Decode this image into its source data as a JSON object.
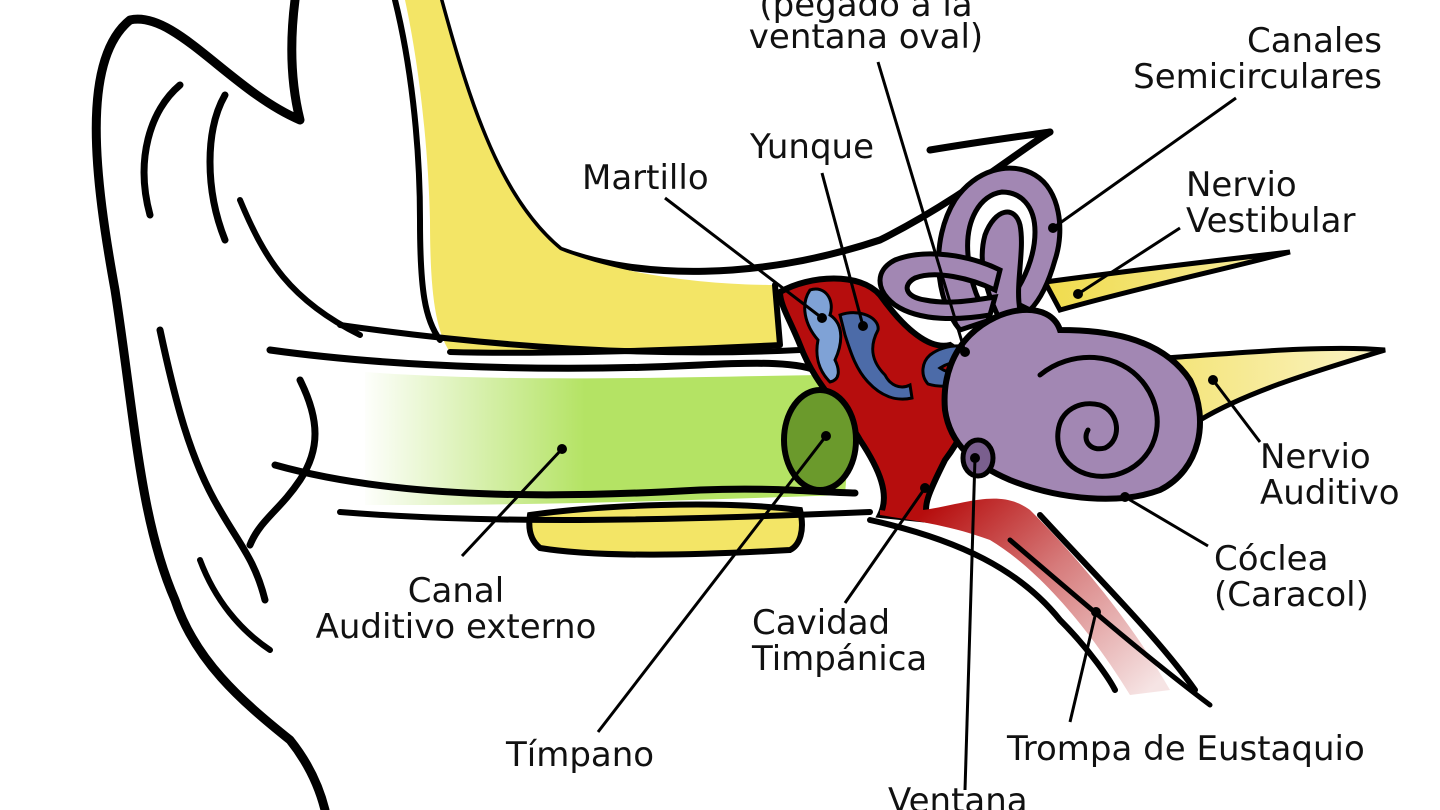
{
  "labels": {
    "estribo_line1": "(pegado a la",
    "estribo_line2": "ventana oval)",
    "canales_line1": "Canales",
    "canales_line2": "Semicirculares",
    "martillo": "Martillo",
    "yunque": "Yunque",
    "vestibular_line1": "Nervio",
    "vestibular_line2": "Vestibular",
    "auditivo_line1": "Nervio",
    "auditivo_line2": "Auditivo",
    "coclea_line1": "Cóclea",
    "coclea_line2": "(Caracol)",
    "canal_line1": "Canal",
    "canal_line2": "Auditivo externo",
    "cavidad_line1": "Cavidad",
    "cavidad_line2": "Timpánica",
    "timpano": "Tímpano",
    "trompa": "Trompa de Eustaquio",
    "ventana": "Ventana"
  },
  "colors": {
    "cartilage_yellow": "#f3e566",
    "canal_green": "#b4e364",
    "eardrum_green": "#6b9a2c",
    "cavity_red": "#b60d0d",
    "tube_pink": "#e8b7b7",
    "ossicle_blue": "#7fa2d6",
    "ossicle_dark_blue": "#4c6ba8",
    "inner_ear_purple": "#a287b3",
    "nerve_yellow": "#f0dc4e"
  }
}
